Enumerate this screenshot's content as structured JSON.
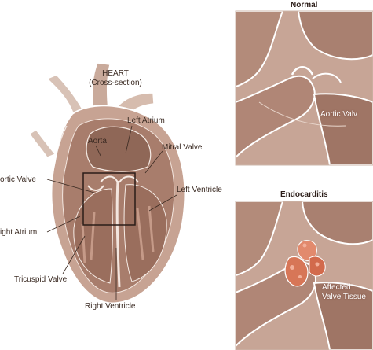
{
  "heart": {
    "title_line1": "HEART",
    "title_line2": "(Cross-section)",
    "labels": {
      "left_atrium": "Left Atrium",
      "aorta": "Aorta",
      "mitral_valve": "Mitral Valve",
      "aortic_valve": "ortic Valve",
      "left_ventricle": "Left Ventricle",
      "right_atrium": "ight Atrium",
      "tricuspid_valve": "Tricuspid Valve",
      "right_ventricle": "Right Ventricle"
    }
  },
  "panels": {
    "normal": {
      "title": "Normal",
      "caption": "Aortic Valv"
    },
    "endocarditis": {
      "title": "Endocarditis",
      "caption_line1": "Affected",
      "caption_line2": "Valve Tissue"
    }
  },
  "colors": {
    "tissue": "#b48a78",
    "tissue_dark": "#7d5648",
    "tissue_light": "#d9bfb1",
    "outline": "#ffffff",
    "infection": "#d2694e"
  }
}
